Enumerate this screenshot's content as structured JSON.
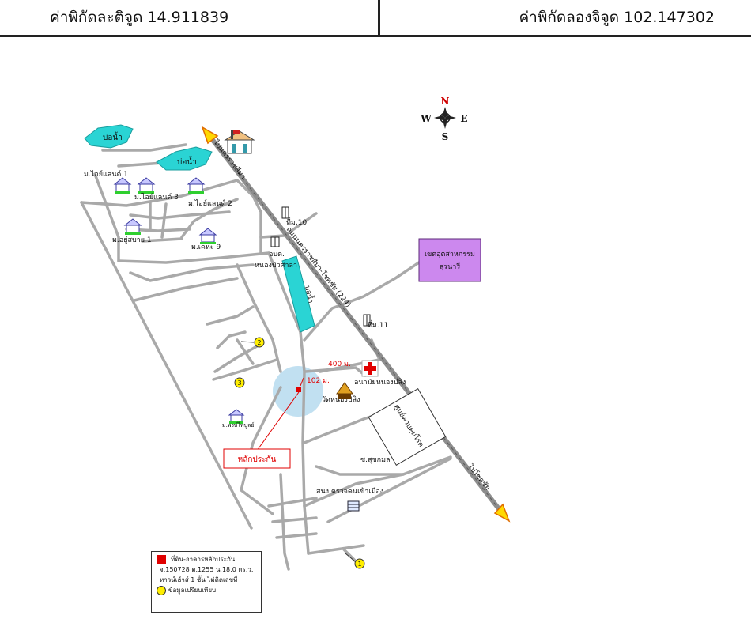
{
  "header": {
    "latitude_label": "ค่าพิกัดละติจูด 14.911839",
    "longitude_label": "ค่าพิกัดลองจิจูด 102.147302"
  },
  "compass": {
    "n": "N",
    "s": "S",
    "e": "E",
    "w": "W"
  },
  "map": {
    "ponds": [
      "บ่อน้ำ",
      "บ่อน้ำ",
      "บ่อน้ำ"
    ],
    "villages": {
      "ml_land_1": "ม.ไอย์แลนด์ 1",
      "ml_land_3": "ม.ไอย์แลนด์ 3",
      "ml_land_2": "ม.ไอย์แลนด์ 2",
      "ml_yusabai": "ม.อยู่สบาย 1",
      "ml_kheha": "ม.เคหะ 9",
      "ml_phaisan": "ม.พงษ์ไพบูลย์"
    },
    "places": {
      "obt": "อบต.",
      "obt2": "หนองบัวศาลา",
      "moo10": "ที่ม.10",
      "moo11": "ที่ม.11",
      "suranaree": "เขตอุตสาหกรรม\nสุรนารี",
      "suranaree_l1": "เขตอุตสาหกรรม",
      "suranaree_l2": "สุรนารี",
      "health": "อนามัยหนองปลิง",
      "temple": "วัดหนองปลิง",
      "center": "ศูนย์ควบคุมโรค",
      "soi": "ซ.สุขกมล",
      "immigration": "สนง.ตรวจคนเข้าเมือง",
      "collateral": "หลักประกัน"
    },
    "roads": {
      "highway_top": "ไปนครราชสีมา",
      "highway_mid": "ถนนนครราชสีมา-โชคชัย (224)",
      "highway_bottom": "ไปโชคชัย"
    },
    "distances": {
      "d400": "400 ม.",
      "d102": "102 ม."
    },
    "markers": [
      "1",
      "2",
      "3"
    ]
  },
  "legend": {
    "line1": "ที่ดิน-อาคารหลักประกัน",
    "line2": "จ.150728  ต.1255  น.18.0 ตร.ว.",
    "line3": "ทาวน์เฮ้าส์ 1 ชั้น ไม่ติดเลขที่",
    "line4": "ข้อมูลเปรียบเทียบ"
  },
  "colors": {
    "road": "#a9a9a9",
    "highway": "#8e8e8e",
    "pond": "#2ad4d4",
    "industrial": "#cc88ee",
    "red": "#e00000",
    "marker": "#ffee00",
    "radius": "#9fd0ea"
  }
}
